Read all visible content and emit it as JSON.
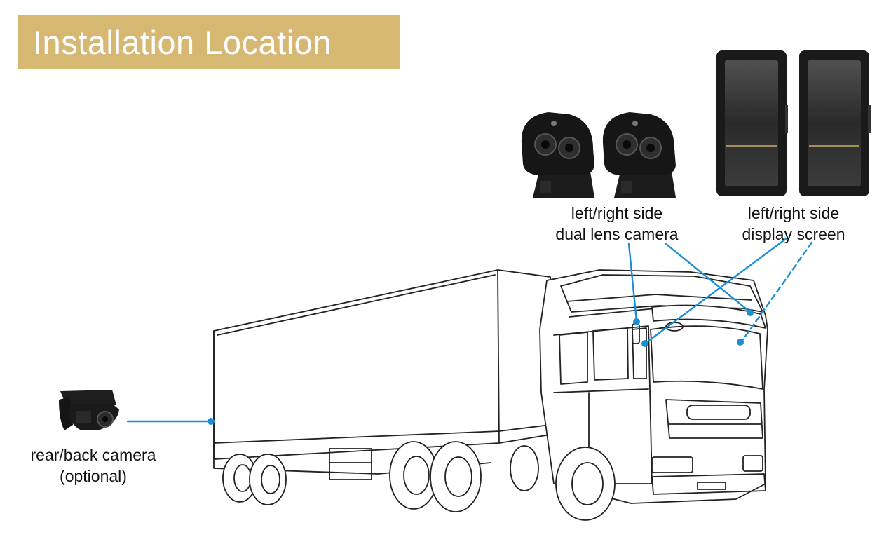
{
  "title": "Installation Location",
  "labels": {
    "side_camera": {
      "line1": "left/right side",
      "line2": "dual lens camera"
    },
    "display_screen": {
      "line1": "left/right side",
      "line2": "display screen"
    },
    "rear_camera": {
      "line1": "rear/back camera",
      "line2": "(optional)"
    }
  },
  "colors": {
    "banner": "#d6b872",
    "title_text": "#ffffff",
    "callout": "#1a8fd6",
    "outline": "#222222",
    "device": "#1c1c1c"
  },
  "icons": [
    "dual-lens-camera-icon",
    "display-screen-icon",
    "rear-camera-icon",
    "truck-illustration"
  ]
}
